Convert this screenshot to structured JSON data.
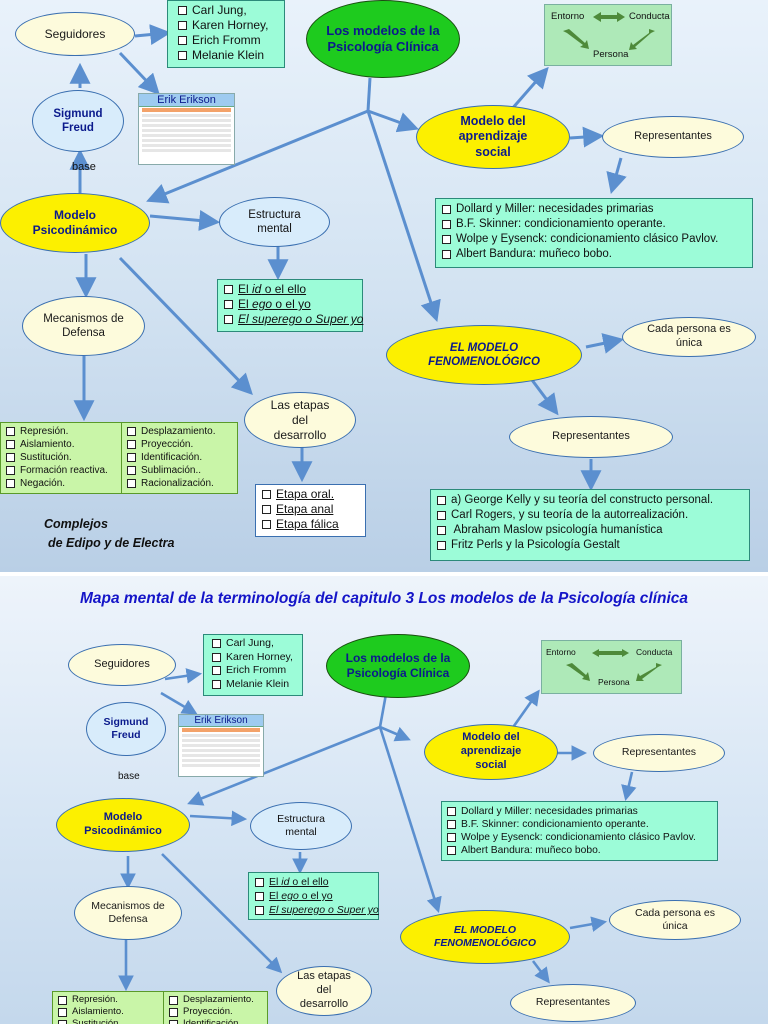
{
  "colors": {
    "arrow": "#5b8fcf",
    "yellow_node": "#fcf000",
    "green_node": "#1ecb1e",
    "box_green": "#9cfcd8"
  },
  "nodes": {
    "seguidores": "Seguidores",
    "sigmund": "Sigmund Freud",
    "base": "base",
    "title_node": "Los modelos de la Psicología Clínica",
    "aprendizaje": "Modelo del aprendizaje social",
    "representantes_1": "Representantes",
    "psicodinamico": "Modelo Psicodinámico",
    "estructura": "Estructura mental",
    "mecanismos": "Mecanismos de Defensa",
    "etapas": "Las etapas del desarrollo",
    "fenomenologico": "EL MODELO FENOMENOLÓGICO",
    "cada_persona": "Cada persona es única",
    "representantes_2": "Representantes",
    "erik": "Erik Erikson"
  },
  "lists": {
    "seguidores_list": [
      "Carl Jung,",
      "Karen Horney,",
      "Erich Fromm",
      "Melanie Klein"
    ],
    "aprendizaje_list": [
      "Dollard y Miller: necesidades primarias",
      "B.F. Skinner: condicionamiento operante.",
      "Wolpe y Eysenck: condicionamiento clásico Pavlov.",
      "Albert Bandura: muñeco bobo."
    ],
    "estructura_list": {
      "id": {
        "pre": "El ",
        "em": "id",
        "post": " o el ello"
      },
      "ego": {
        "pre": "El ",
        "em": "ego",
        "post": " o el yo"
      },
      "superego": "El superego o Super yo"
    },
    "mecanismos_col1": [
      "Represión.",
      "Aislamiento.",
      "Sustitución.",
      "Formación reactiva.",
      "Negación."
    ],
    "mecanismos_col2": [
      "Desplazamiento.",
      "Proyección.",
      "Identificación.",
      "Sublimación..",
      "Racionalización."
    ],
    "etapas_list": [
      "Etapa oral.",
      "Etapa anal",
      "Etapa fálica"
    ],
    "fenomenologico_list": [
      "a)  George Kelly y su teoría del constructo personal.",
      "Carl Rogers, y su teoría de la autorrealización.",
      " Abraham Maslow psicología humanística",
      "Fritz Perls y la Psicología Gestalt"
    ]
  },
  "diagram": {
    "entorno": "Entorno",
    "conducta": "Conducta",
    "persona": "Persona"
  },
  "complejos": [
    "Complejos",
    "de Edipo y de Electra"
  ],
  "caption": "Mapa mental de la terminología del capitulo 3 Los modelos de la Psicología clínica"
}
